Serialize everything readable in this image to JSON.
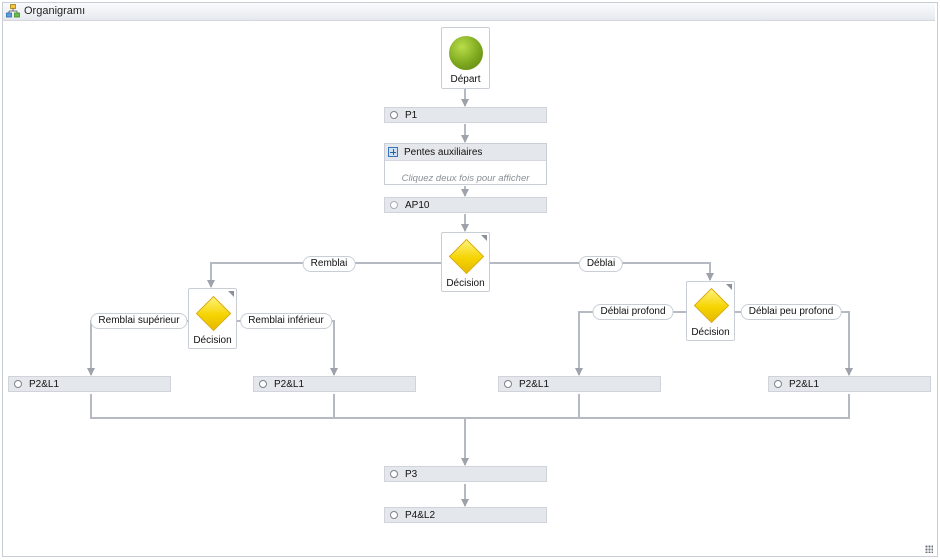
{
  "window": {
    "title": "Organigramı"
  },
  "nodes": {
    "start_label": "Départ",
    "p1": "P1",
    "block_title": "Pentes auxiliaires",
    "block_hint": "Cliquez deux fois pour afficher",
    "ap10": "AP10",
    "decision_main": "Décision",
    "decision_left": "Décision",
    "decision_right": "Décision",
    "p2l1_a": "P2&L1",
    "p2l1_b": "P2&L1",
    "p2l1_c": "P2&L1",
    "p2l1_d": "P2&L1",
    "p3": "P3",
    "p4l2": "P4&L2"
  },
  "edges": {
    "remblai": "Remblai",
    "deblai": "Déblai",
    "remblai_sup": "Remblai supérieur",
    "remblai_inf": "Remblai inférieur",
    "deblai_profond": "Déblai profond",
    "deblai_peu_profond": "Déblai peu profond"
  },
  "icons": {
    "title": "flowchart-icon",
    "start": "start-circle-icon",
    "decision": "decision-diamond-icon",
    "block": "sub-process-icon",
    "step": "step-circle-icon",
    "resize": "resize-grip-icon"
  },
  "colors": {
    "connector": "#b5bac2",
    "step_fill": "#e4e7eb",
    "start_green": "#7aa51c",
    "decision_yellow": "#f5d400"
  }
}
